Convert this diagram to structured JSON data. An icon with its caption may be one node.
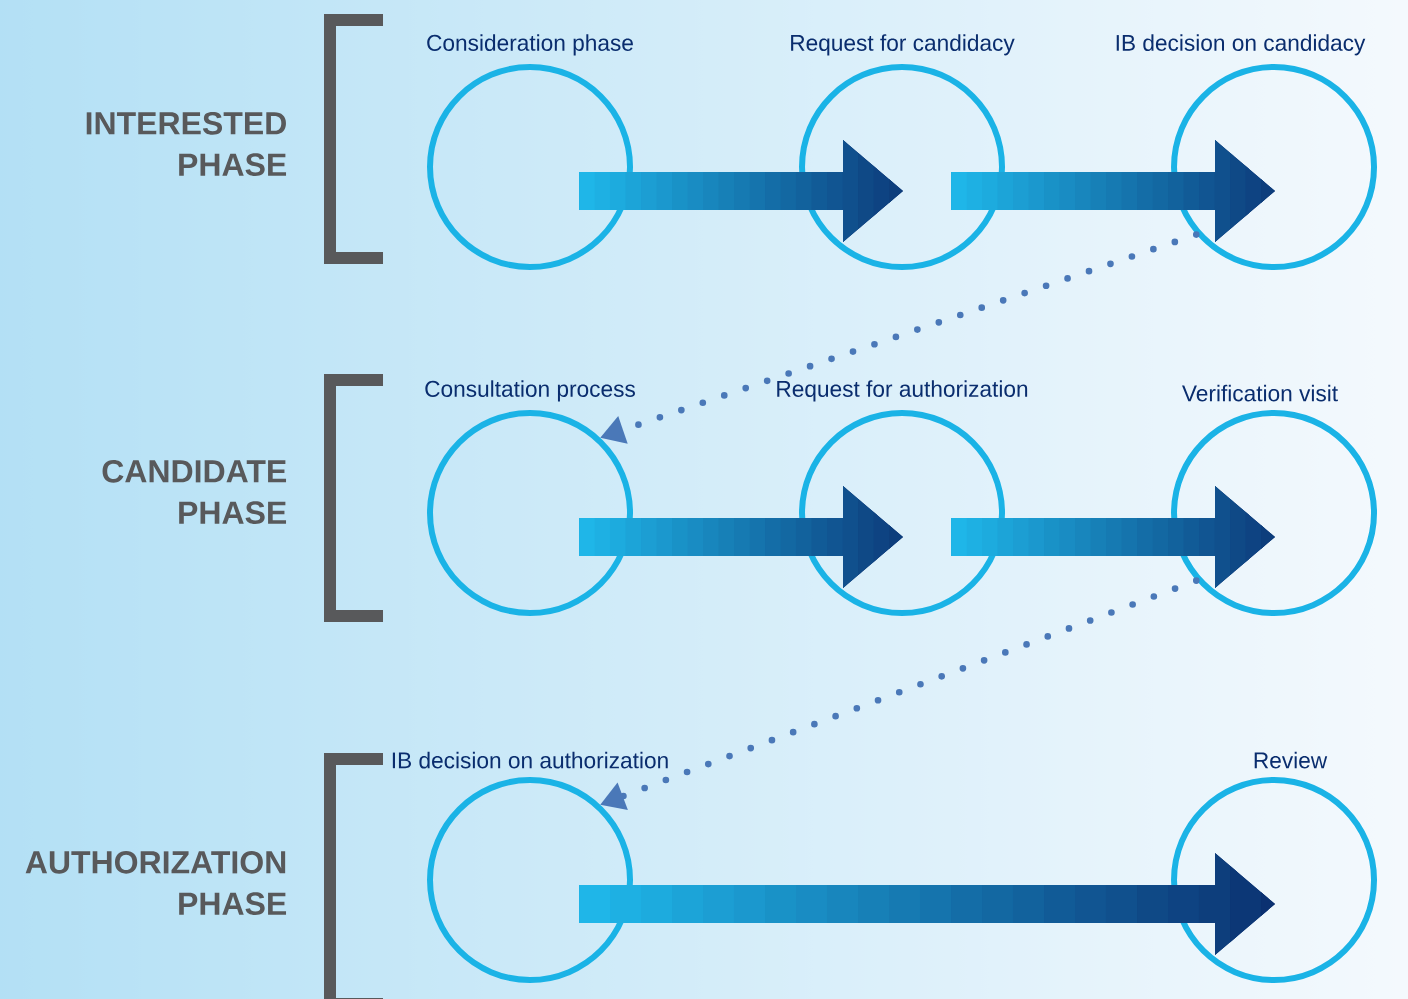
{
  "diagram": {
    "nodes": [
      {
        "text": [
          "Consideration phase"
        ]
      },
      {
        "text": [
          "Request for candidacy"
        ]
      },
      {
        "text": [
          "IB decision on candidacy"
        ]
      },
      {
        "text": [
          "Consultation process"
        ]
      },
      {
        "text": [
          "Request for authorization"
        ]
      },
      {
        "text": [
          "Verification visit"
        ]
      },
      {
        "text": [
          "IB decision on authorization"
        ]
      },
      {
        "text": [
          "Review"
        ]
      }
    ],
    "edges": [
      {
        "from": 0,
        "to": 1,
        "arrow": "to"
      },
      {
        "from": 1,
        "to": 2,
        "arrow": "to"
      },
      {
        "from": 2,
        "to": 3,
        "arrow": "to",
        "style": "dashed"
      },
      {
        "from": 3,
        "to": 4,
        "arrow": "to"
      },
      {
        "from": 4,
        "to": 5,
        "arrow": "to"
      },
      {
        "from": 5,
        "to": 6,
        "arrow": "to",
        "style": "dashed"
      },
      {
        "from": 6,
        "to": 7,
        "arrow": "to"
      }
    ],
    "labels": [
      "INTERESTED PHASE",
      "CANDIDATE PHASE",
      "AUTHORIZATION PHASE"
    ]
  }
}
